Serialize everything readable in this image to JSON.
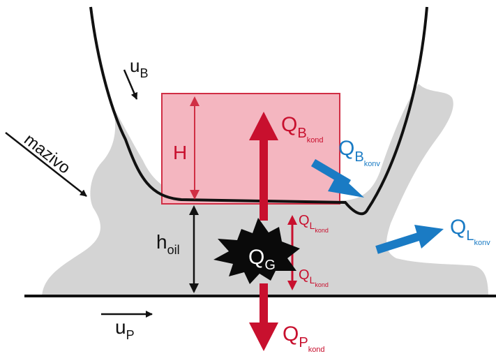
{
  "labels": {
    "uB": {
      "main": "u",
      "sub": "B"
    },
    "lubricant": "mazivo",
    "H": "H",
    "hoil": {
      "main": "h",
      "sub": "oil"
    },
    "uP": {
      "main": "u",
      "sub": "P"
    },
    "QG": {
      "main": "Q",
      "sub": "G"
    },
    "QBkond": {
      "main": "Q",
      "sub": "B",
      "subsub": "kond"
    },
    "QBkonv": {
      "main": "Q",
      "sub": "B",
      "subsub": "konv"
    },
    "QLkond_top": {
      "main": "Q",
      "sub": "L",
      "subsub": "kond"
    },
    "QLkond_bottom": {
      "main": "Q",
      "sub": "L",
      "subsub": "kond"
    },
    "QLkonv": {
      "main": "Q",
      "sub": "L",
      "subsub": "konv"
    },
    "QPkond": {
      "main": "Q",
      "sub": "P",
      "subsub": "kond"
    }
  },
  "colors": {
    "black": "#111111",
    "red": "#c8102e",
    "blue": "#1a7bc4",
    "oil_gray": "#d4d4d4",
    "block_pink": "#f4b6c0",
    "block_border": "#d02e44"
  }
}
